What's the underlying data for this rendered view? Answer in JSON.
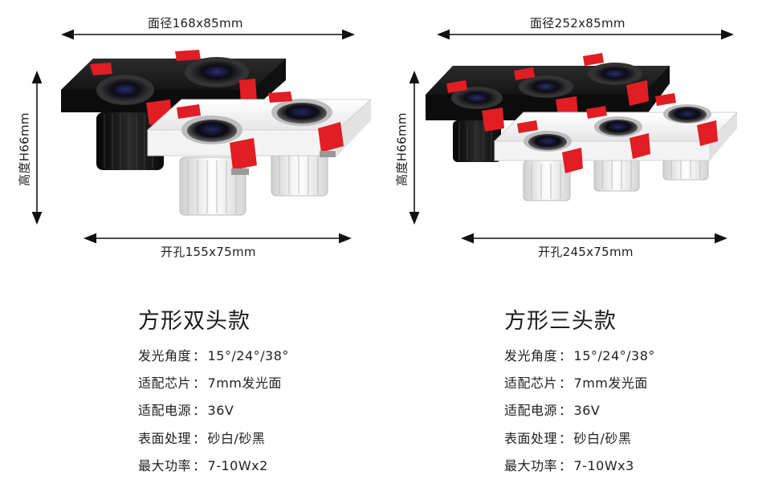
{
  "left": {
    "width_dim": "面径168x85mm",
    "height_dim": "高度H66mm",
    "cutout_dim": "开孔155x75mm",
    "title": "方形双头款",
    "specs": [
      {
        "label": "发光角度",
        "value": "15°/24°/38°"
      },
      {
        "label": "适配芯片",
        "value": "7mm发光面"
      },
      {
        "label": "适配电源",
        "value": "36V"
      },
      {
        "label": "表面处理",
        "value": "砂白/砂黑"
      },
      {
        "label": "最大功率",
        "value": "7-10Wx2"
      }
    ]
  },
  "right": {
    "width_dim": "面径252x85mm",
    "height_dim": "高度H66mm",
    "cutout_dim": "开孔245x75mm",
    "title": "方形三头款",
    "specs": [
      {
        "label": "发光角度",
        "value": "15°/24°/38°"
      },
      {
        "label": "适配芯片",
        "value": "7mm发光面"
      },
      {
        "label": "适配电源",
        "value": "36V"
      },
      {
        "label": "表面处理",
        "value": "砂白/砂黑"
      },
      {
        "label": "最大功率",
        "value": "7-10Wx3"
      }
    ]
  },
  "separator": "：",
  "colors": {
    "clip": "#e01e24",
    "black_body": "#1b1b1b",
    "white_body": "#f2f2f2"
  }
}
